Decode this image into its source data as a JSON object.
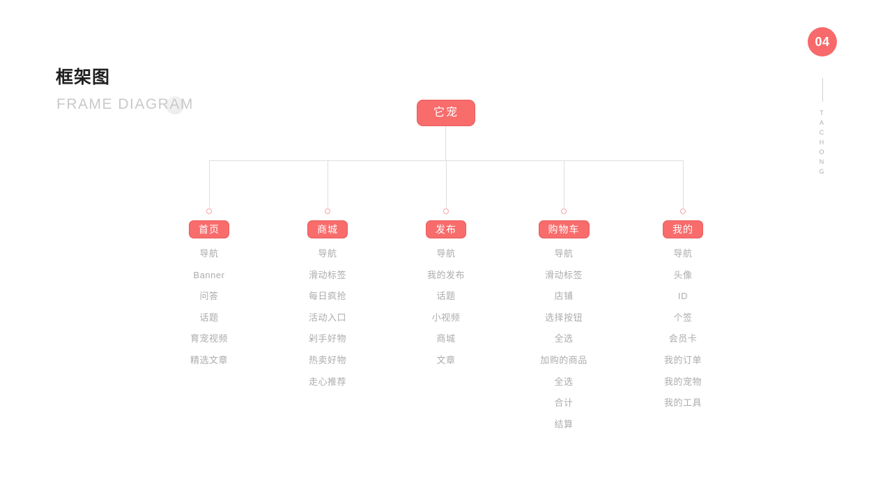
{
  "page": {
    "title": "框架图",
    "subtitle": "FRAME DIAGRAM",
    "page_number": "04",
    "side_label": "TACHONG"
  },
  "tree": {
    "root": "它宠",
    "branches": [
      {
        "label": "首页",
        "items": [
          "导航",
          "Banner",
          "问答",
          "话题",
          "育宠视频",
          "精选文章"
        ]
      },
      {
        "label": "商城",
        "items": [
          "导航",
          "滑动标签",
          "每日疯抢",
          "活动入口",
          "剁手好物",
          "热卖好物",
          "走心推荐"
        ]
      },
      {
        "label": "发布",
        "items": [
          "导航",
          "我的发布",
          "话题",
          "小视频",
          "商城",
          "文章"
        ]
      },
      {
        "label": "购物车",
        "items": [
          "导航",
          "滑动标签",
          "店铺",
          "选择按钮",
          "全选",
          "加购的商品",
          "全选",
          "合计",
          "结算"
        ]
      },
      {
        "label": "我的",
        "items": [
          "导航",
          "头像",
          "ID",
          "个签",
          "会员卡",
          "我的订单",
          "我的宠物",
          "我的工具"
        ]
      }
    ]
  },
  "colors": {
    "accent": "#F86C6C",
    "accent_border": "#E95C5C",
    "dot_stroke": "#F5A3A3",
    "connector": "#DDDDDD",
    "muted_text": "#ACACAC",
    "subtitle_text": "#C9C9C9"
  }
}
